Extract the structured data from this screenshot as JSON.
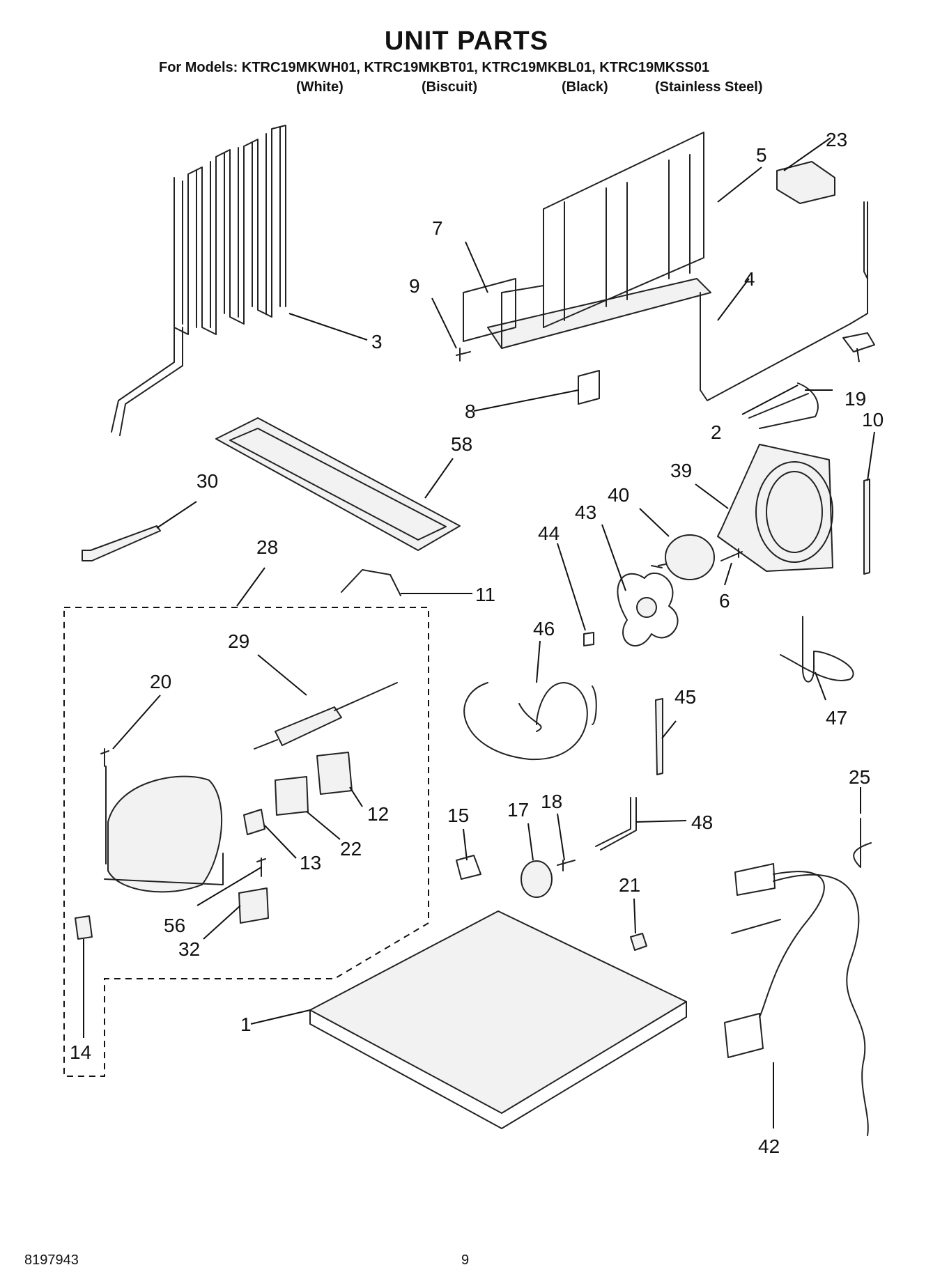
{
  "header": {
    "title": "UNIT PARTS",
    "models_line": "For Models: KTRC19MKWH01, KTRC19MKBT01, KTRC19MKBL01, KTRC19MKSS01",
    "colors": [
      "(White)",
      "(Biscuit)",
      "(Black)",
      "(Stainless Steel)"
    ]
  },
  "callouts": [
    "1",
    "2",
    "3",
    "4",
    "5",
    "6",
    "7",
    "8",
    "9",
    "10",
    "11",
    "12",
    "13",
    "14",
    "15",
    "17",
    "18",
    "19",
    "20",
    "21",
    "22",
    "23",
    "25",
    "28",
    "29",
    "30",
    "32",
    "39",
    "40",
    "42",
    "43",
    "44",
    "45",
    "46",
    "47",
    "48",
    "56",
    "58"
  ],
  "footer": {
    "doc_number": "8197943",
    "page_number": "9"
  }
}
